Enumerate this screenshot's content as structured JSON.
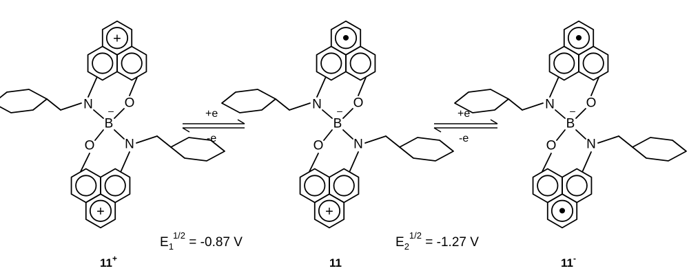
{
  "atoms": {
    "nitrogen": "N",
    "oxygen": "O",
    "boron": "B",
    "boron_charge": "–"
  },
  "center_marks": {
    "plus": "+",
    "radical": "•"
  },
  "compounds": [
    {
      "number": "11",
      "charge": "+",
      "top_center": "plus",
      "bottom_center": "plus"
    },
    {
      "number": "11",
      "charge": "",
      "top_center": "radical",
      "bottom_center": "plus"
    },
    {
      "number": "11",
      "charge": "-",
      "top_center": "radical",
      "bottom_center": "radical"
    }
  ],
  "equilibria": [
    {
      "forward": "+e",
      "reverse": "-e"
    },
    {
      "forward": "+e",
      "reverse": "-e"
    }
  ],
  "potentials": [
    {
      "symbol": "E",
      "sub": "1",
      "sup": "1/2",
      "value": " = -0.87 V"
    },
    {
      "symbol": "E",
      "sub": "2",
      "sup": "1/2",
      "value": " = -1.27  V"
    }
  ]
}
